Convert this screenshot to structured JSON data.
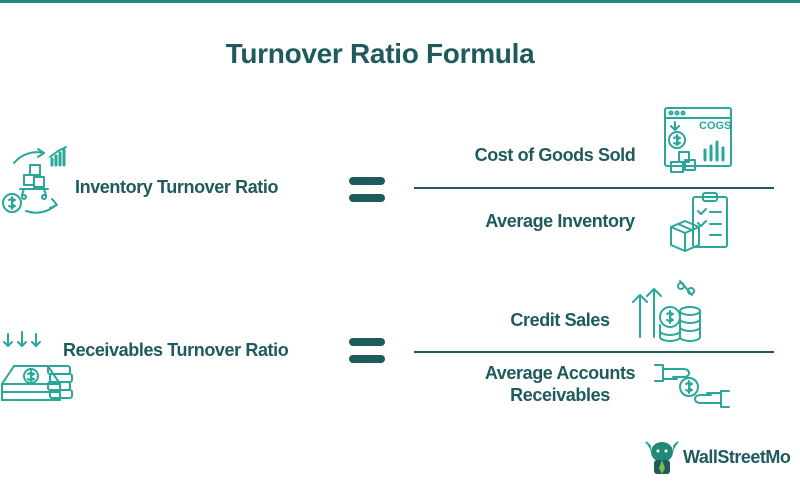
{
  "title": "Turnover Ratio Formula",
  "rows": [
    {
      "ratio": "Inventory Turnover Ratio",
      "numerator": "Cost of Goods Sold",
      "denominator": "Average Inventory"
    },
    {
      "ratio": "Receivables Turnover Ratio",
      "numerator": "Credit Sales",
      "denominator_line1": "Average Accounts",
      "denominator_line2": "Receivables"
    }
  ],
  "icon_texts": {
    "cogs": "COGS"
  },
  "brand": {
    "name": "WallStreetMo"
  },
  "colors": {
    "primary_text": "#1e5a5e",
    "accent_green": "#1f8a7a",
    "icon_teal": "#2aa79b"
  },
  "icons": {
    "inventory_cycle": "inventory-cycle-icon",
    "cogs_screen": "cogs-screen-icon",
    "clipboard_box": "clipboard-box-icon",
    "receivables_cash": "cash-pile-icon",
    "coins_percent": "coins-percent-icon",
    "hand_coin": "hand-coin-icon",
    "logo": "wallstreetmojo-logo-icon"
  }
}
